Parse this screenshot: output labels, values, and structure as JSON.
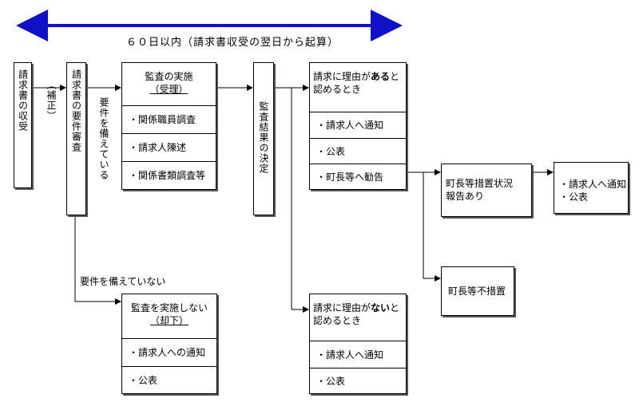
{
  "period_label": "６０日以内（請求書収受の翌日から起算）",
  "receipt_box": "請求書の収受",
  "correction_label": "（補正）",
  "review_box": "請求書の要件審査",
  "requirements_met_label": "要件を備えている",
  "requirements_not_met_label": "要件を備えていない",
  "audit_box": {
    "title": "監査の実施",
    "subtitle": "（受理）",
    "items": [
      "・関係職員調査",
      "・請求人陳述",
      "・関係書類調査等"
    ]
  },
  "no_audit_box": {
    "title": "監査を実施しない",
    "subtitle": "（却下）",
    "items": [
      "・請求人への通知",
      "・公表"
    ]
  },
  "decision_box": "監査結果の決定",
  "reason_yes_box": {
    "line1_pre": "請求に理由が",
    "line1_em": "ある",
    "line1_post": "と",
    "line2": "認めるとき",
    "items": [
      "・請求人へ通知",
      "・公表",
      "・町長等へ勧告"
    ]
  },
  "reason_no_box": {
    "line1_pre": "請求に理由が",
    "line1_em": "ない",
    "line1_post": "と",
    "line2": "認めるとき",
    "items": [
      "・請求人へ通知",
      "・公表"
    ]
  },
  "measures_report_box": {
    "line1": "町長等措置状況",
    "line2": "報告あり"
  },
  "no_measures_box": "町長等不措置",
  "final_box": {
    "items": [
      "・請求人へ通知",
      "・公表"
    ]
  },
  "colors": {
    "period_arrow": "#1010c8"
  }
}
